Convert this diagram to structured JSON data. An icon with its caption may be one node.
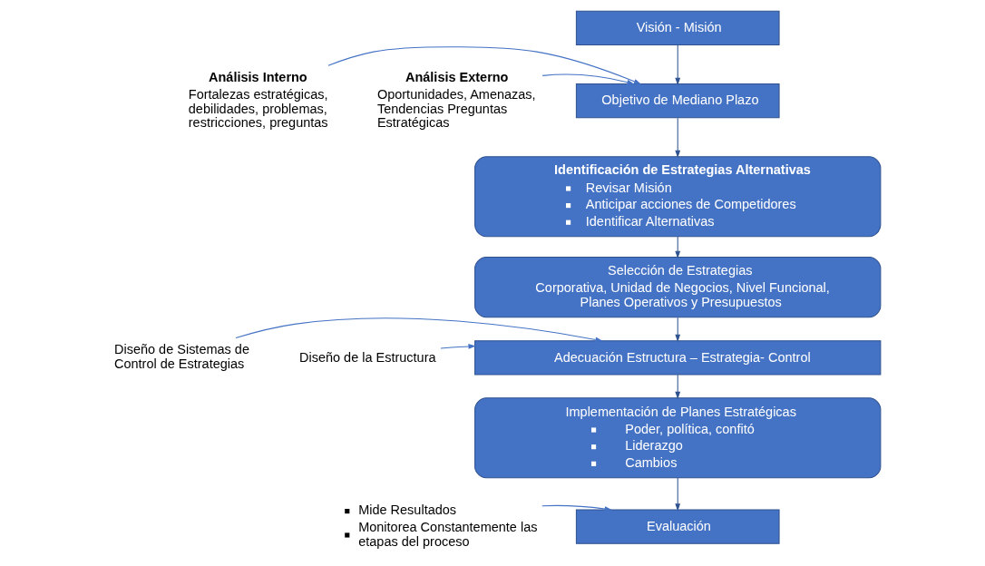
{
  "diagram": {
    "nodes": [
      {
        "text": [
          "Visión - Misión"
        ]
      },
      {
        "text": [
          "Objetivo de Mediano Plazo"
        ]
      },
      {
        "text": [
          "Identificación de Estrategias Alternativas",
          "Revisar Misión",
          "Anticipar acciones de Competidores",
          "Identificar Alternativas"
        ]
      },
      {
        "text": [
          "Selección de Estrategias",
          "Corporativa, Unidad de Negocios, Nivel Funcional, Planes Operativos y Presupuestos"
        ]
      },
      {
        "text": [
          "Adecuación Estructura – Estrategia- Control"
        ]
      },
      {
        "text": [
          "Implementación de Planes Estratégicas",
          "Poder, política, confitó",
          "Liderazgo",
          "Cambios"
        ]
      },
      {
        "text": [
          "Evaluación"
        ]
      },
      {
        "text": [
          "Análisis Externo",
          "Oportunidades, Amenazas, Tendencias Preguntas Estratégicas"
        ]
      },
      {
        "text": [
          "Análisis Interno",
          "Fortalezas estratégicas, debilidades, problemas, restricciones, preguntas"
        ]
      },
      {
        "text": [
          "Diseño de la Estructura"
        ]
      },
      {
        "text": [
          "Diseño de Sistemas de Control de Estrategias"
        ]
      },
      {
        "text": [
          "Mide Resultados",
          "Monitorea Constantemente las etapas del proceso"
        ]
      }
    ],
    "edges": [
      {
        "from": 0,
        "to": 1,
        "arrow": "to"
      },
      {
        "from": 1,
        "to": 2,
        "arrow": "to"
      },
      {
        "from": 2,
        "to": 3,
        "arrow": "to"
      },
      {
        "from": 3,
        "to": 4,
        "arrow": "to"
      },
      {
        "from": 4,
        "to": 5,
        "arrow": "to"
      },
      {
        "from": 5,
        "to": 6,
        "arrow": "to"
      },
      {
        "from": 7,
        "to": 1,
        "arrow": "to",
        "color": "#4472c4"
      },
      {
        "from": 8,
        "to": 1,
        "arrow": "to",
        "color": "#4472c4"
      },
      {
        "from": 9,
        "to": 4,
        "arrow": "to",
        "color": "#4472c4"
      },
      {
        "from": 10,
        "to": 4,
        "arrow": "to",
        "color": "#4472c4"
      },
      {
        "from": 11,
        "to": 6,
        "arrow": "to",
        "color": "#4472c4"
      }
    ]
  }
}
